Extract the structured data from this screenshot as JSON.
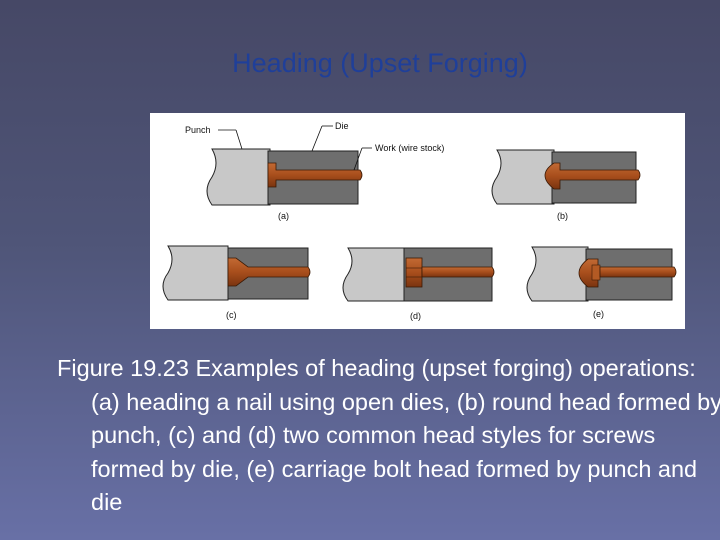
{
  "slide": {
    "title": "Heading (Upset Forging)",
    "caption": "Figure 19.23  Examples of heading (upset forging) operations: (a)  heading a nail using open dies, (b) round head formed by punch, (c) and (d) two common head styles for screws formed by die, (e) carriage bolt head formed by punch and die"
  },
  "figure": {
    "label_punch": "Punch",
    "label_die": "Die",
    "label_work": "Work (wire stock)",
    "sub_a": "(a)",
    "sub_b": "(b)",
    "sub_c": "(c)",
    "sub_d": "(d)",
    "sub_e": "(e)",
    "colors": {
      "punch": "#c8c8c8",
      "die": "#6e6e6e",
      "work": "#a84e1c"
    }
  }
}
